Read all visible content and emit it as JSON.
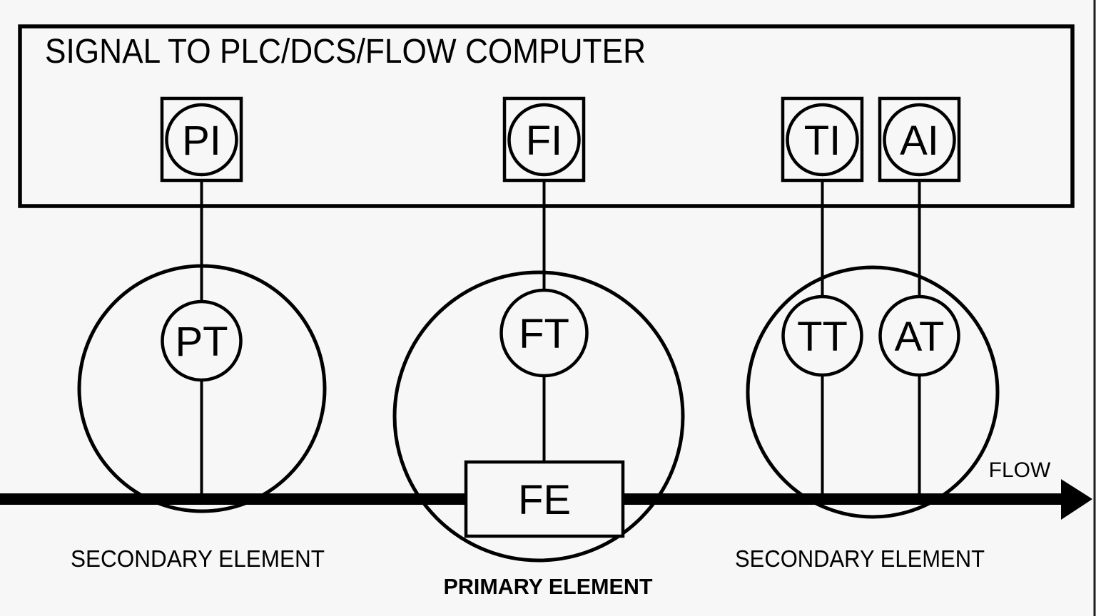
{
  "colors": {
    "background": "#f7f7f7",
    "line": "#000000",
    "text": "#000000"
  },
  "signal_box": {
    "title": "SIGNAL TO PLC/DCS/FLOW COMPUTER"
  },
  "indicators": [
    {
      "tag": "PI"
    },
    {
      "tag": "FI"
    },
    {
      "tag": "TI"
    },
    {
      "tag": "AI"
    }
  ],
  "transmitters": [
    {
      "tag": "PT"
    },
    {
      "tag": "FT"
    },
    {
      "tag": "TT"
    },
    {
      "tag": "AT"
    }
  ],
  "primary_element": {
    "tag": "FE"
  },
  "flow": {
    "label": "FLOW"
  },
  "labels": {
    "left_secondary": "SECONDARY ELEMENT",
    "primary": "PRIMARY ELEMENT",
    "right_secondary": "SECONDARY ELEMENT"
  }
}
